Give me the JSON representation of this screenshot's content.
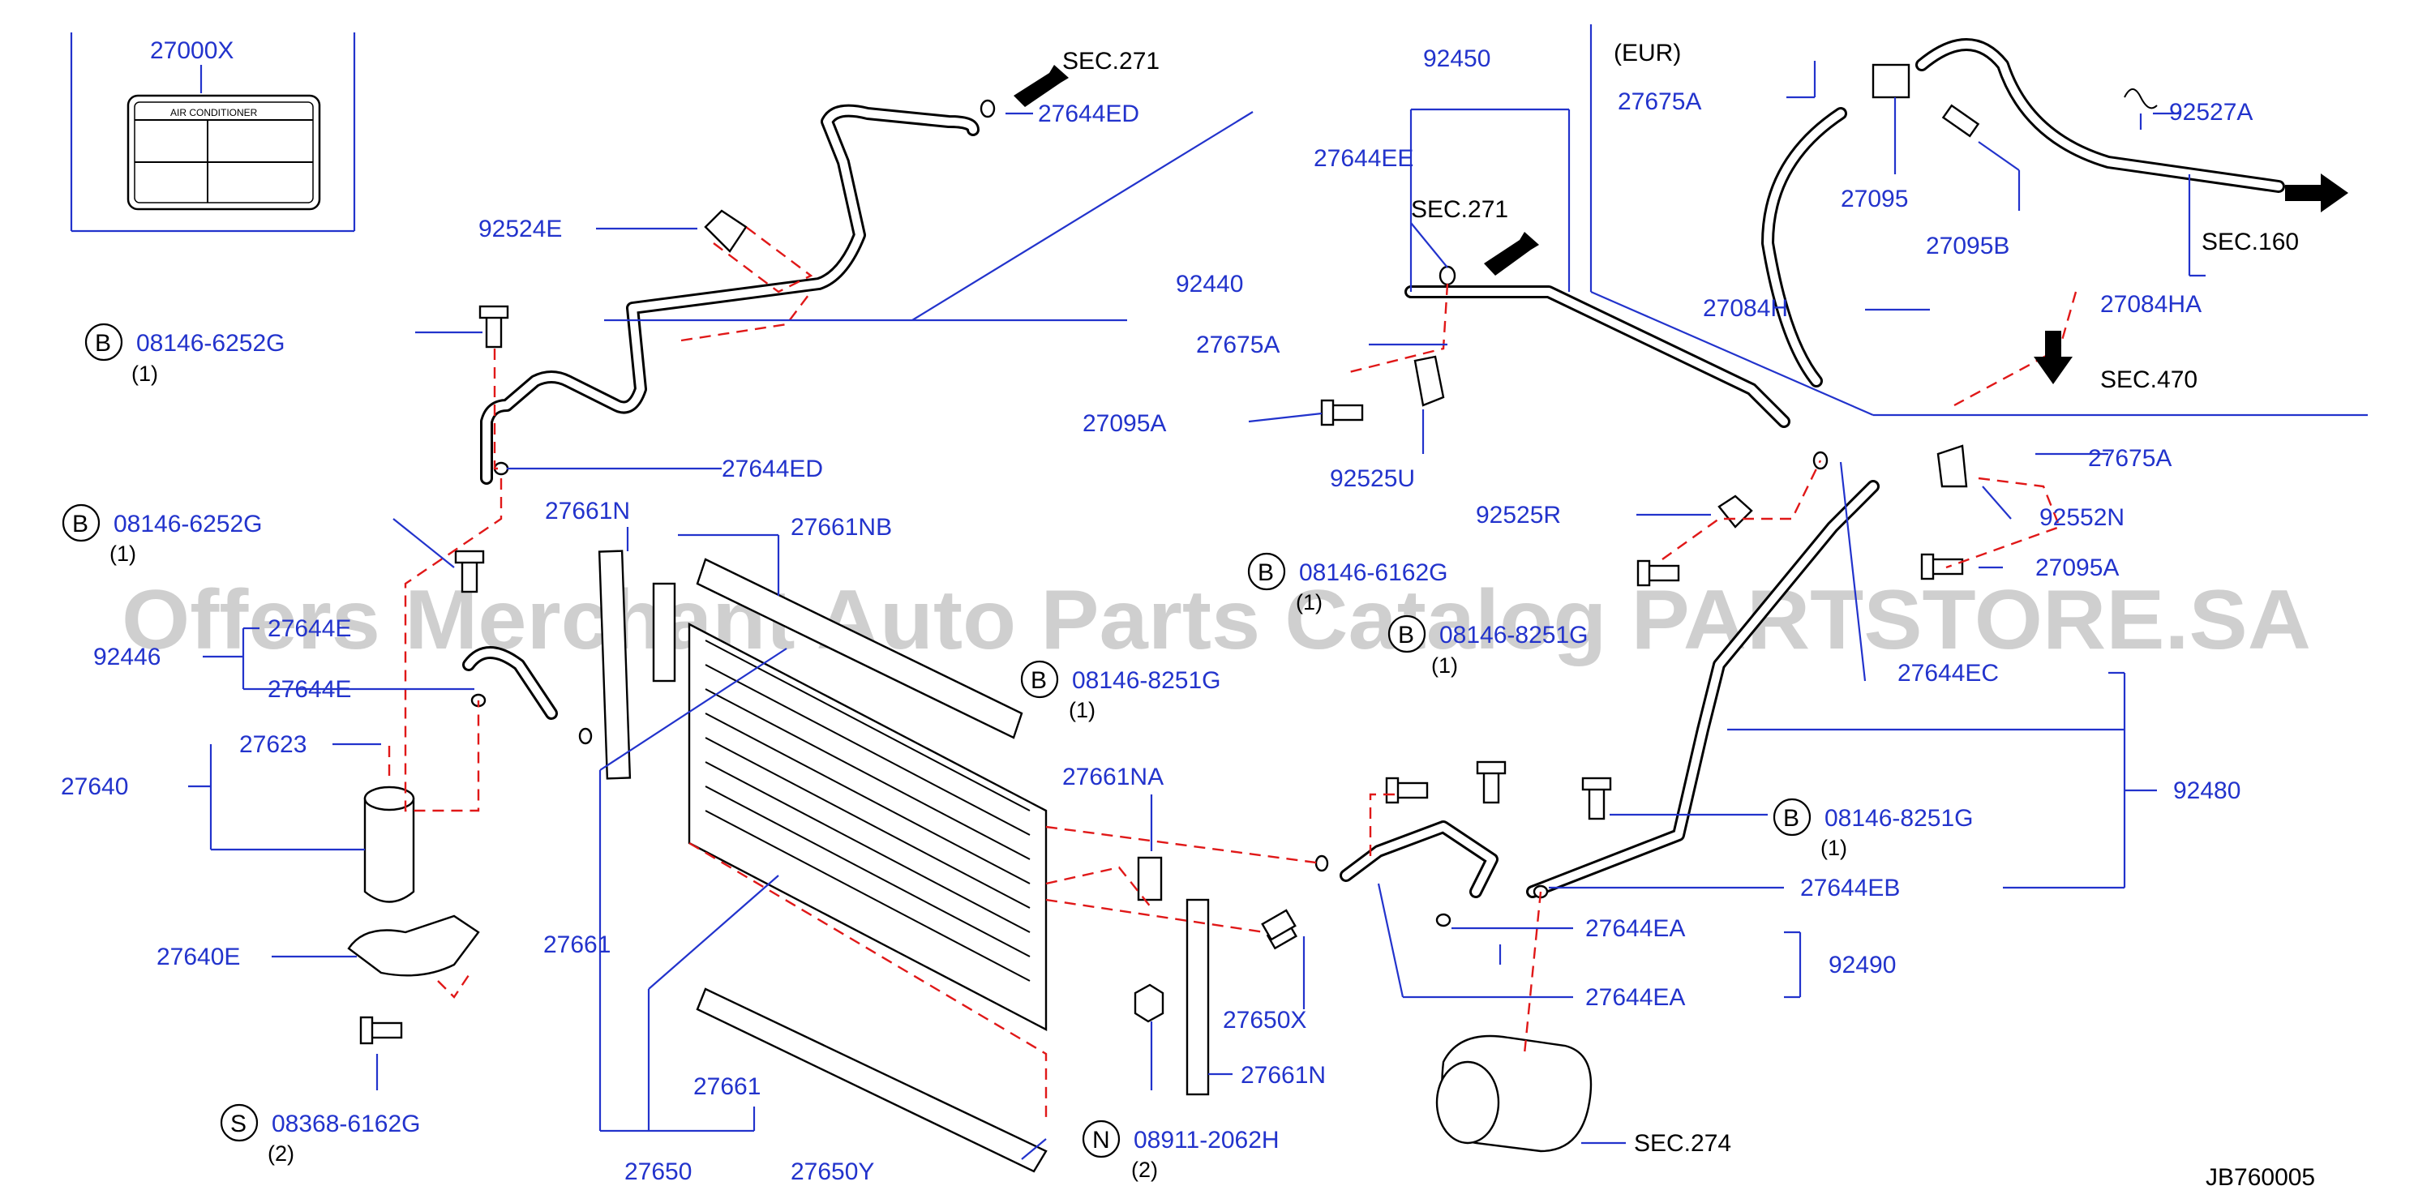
{
  "catalog_code": "JB760005",
  "watermark": "Offers Merchant Auto Parts Catalog PARTSTORE.SA",
  "label_box": {
    "part_no": "27000X",
    "caption": "AIR    CONDITIONER"
  },
  "variant_tag": "(EUR)",
  "sections": {
    "sec271_a": "SEC.271",
    "sec271_b": "SEC.271",
    "sec160": "SEC.160",
    "sec470": "SEC.470",
    "sec274": "SEC.274"
  },
  "parts": {
    "p27644ED_top": "27644ED",
    "p92524E": "92524E",
    "p92440": "92440",
    "p27644ED_mid": "27644ED",
    "p27644E_a": "27644E",
    "p27644E_b": "27644E",
    "p92446": "92446",
    "p27623": "27623",
    "p27640": "27640",
    "p27640E": "27640E",
    "p27661N_top": "27661N",
    "p27661NB": "27661NB",
    "p27661_mid": "27661",
    "p27661_bot": "27661",
    "p27650": "27650",
    "p27650Y": "27650Y",
    "p27661NA": "27661NA",
    "p27650X": "27650X",
    "p27661N_bot": "27661N",
    "p92450": "92450",
    "p27644EE": "27644EE",
    "p27675A_mid": "27675A",
    "p27095A_mid": "27095A",
    "p92525U": "92525U",
    "p92525R": "92525R",
    "p27675A_eur": "27675A",
    "p27095": "27095",
    "p27095B": "27095B",
    "p92527A": "92527A",
    "p27084H": "27084H",
    "p27084HA": "27084HA",
    "p27675A_right": "27675A",
    "p92552N": "92552N",
    "p27095A_right": "27095A",
    "p27644EC": "27644EC",
    "p92480": "92480",
    "p27644EB": "27644EB",
    "p27644EA_a": "27644EA",
    "p27644EA_b": "27644EA",
    "p92490": "92490"
  },
  "fasteners": [
    {
      "mark": "B",
      "part_no": "08146-6252G",
      "qty": "(1)"
    },
    {
      "mark": "B",
      "part_no": "08146-6252G",
      "qty": "(1)"
    },
    {
      "mark": "S",
      "part_no": "08368-6162G",
      "qty": "(2)"
    },
    {
      "mark": "N",
      "part_no": "08911-2062H",
      "qty": "(2)"
    },
    {
      "mark": "B",
      "part_no": "08146-8251G",
      "qty": "(1)"
    },
    {
      "mark": "B",
      "part_no": "08146-6162G",
      "qty": "(1)"
    },
    {
      "mark": "B",
      "part_no": "08146-8251G",
      "qty": "(1)"
    },
    {
      "mark": "B",
      "part_no": "08146-8251G",
      "qty": "(1)"
    }
  ],
  "colors": {
    "part_number": "#2233cc",
    "leader": "#2233cc",
    "dashed_link": "#e01818",
    "ink": "#000000"
  },
  "icons": [
    "arrow-right-icon",
    "arrow-down-icon",
    "bolt-icon",
    "o-ring-icon",
    "clip-icon",
    "receiver-drier-icon",
    "compressor-icon",
    "condenser-icon"
  ]
}
